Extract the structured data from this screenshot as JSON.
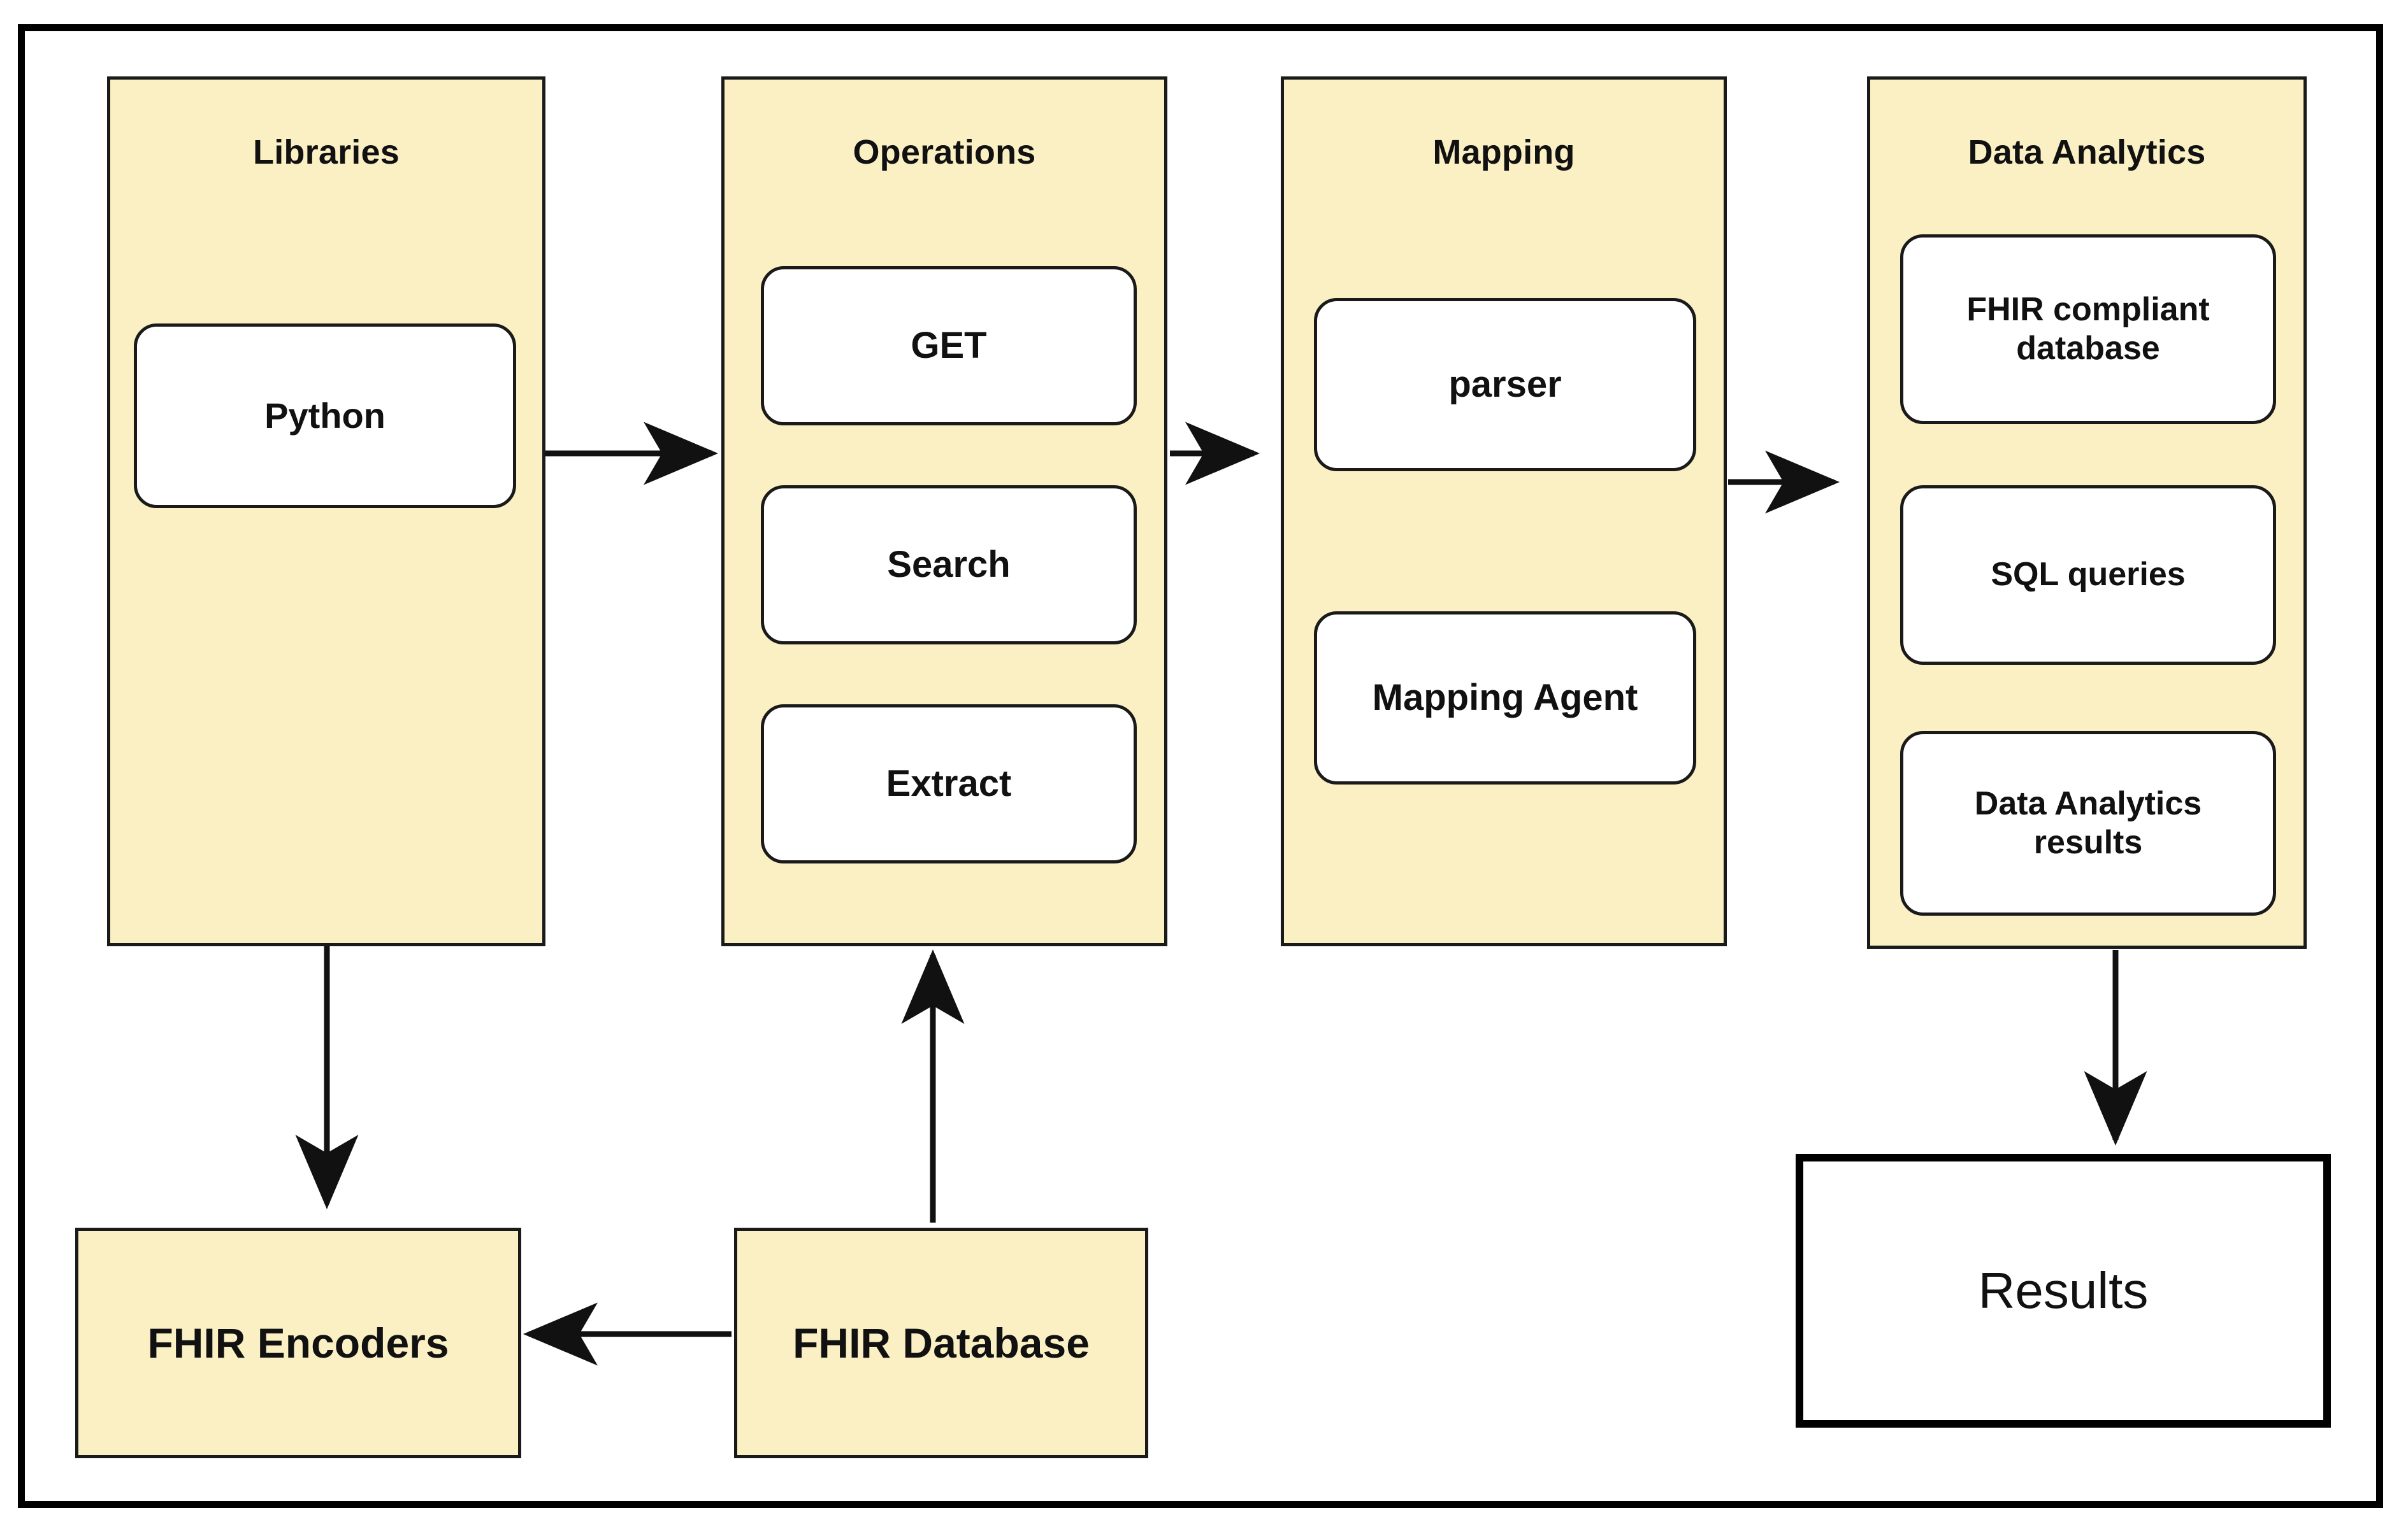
{
  "diagram": {
    "title_present": false,
    "palette": {
      "lane_fill": "#FBF0C4",
      "node_fill": "#FFFFFF",
      "stroke": "#1A1A1A",
      "frame_stroke": "#000000",
      "text": "#111111"
    },
    "lanes": [
      {
        "id": "libraries",
        "label": "Libraries",
        "nodes": [
          {
            "id": "python",
            "label": "Python"
          }
        ]
      },
      {
        "id": "operations",
        "label": "Operations",
        "nodes": [
          {
            "id": "get",
            "label": "GET"
          },
          {
            "id": "search",
            "label": "Search"
          },
          {
            "id": "extract",
            "label": "Extract"
          }
        ]
      },
      {
        "id": "mapping",
        "label": "Mapping",
        "nodes": [
          {
            "id": "parser",
            "label": "parser"
          },
          {
            "id": "mapping-agent",
            "label": "Mapping Agent"
          }
        ]
      },
      {
        "id": "data-analytics",
        "label": "Data Analytics",
        "nodes": [
          {
            "id": "fhir-compliant-database",
            "label": "FHIR compliant database"
          },
          {
            "id": "sql-queries",
            "label": "SQL queries"
          },
          {
            "id": "data-analytics-results",
            "label": "Data Analytics results"
          }
        ]
      }
    ],
    "standalone_nodes": [
      {
        "id": "fhir-encoders",
        "label": "FHIR Encoders",
        "style": "yellow-rect"
      },
      {
        "id": "fhir-database",
        "label": "FHIR Database",
        "style": "yellow-rect"
      },
      {
        "id": "results",
        "label": "Results",
        "style": "bold-white-rect"
      }
    ],
    "edges": [
      {
        "id": "libraries-to-operations",
        "from": "libraries",
        "to": "operations",
        "direction": "right"
      },
      {
        "id": "operations-to-mapping",
        "from": "operations",
        "to": "mapping",
        "direction": "right"
      },
      {
        "id": "mapping-to-data-analytics",
        "from": "mapping",
        "to": "data-analytics",
        "direction": "right"
      },
      {
        "id": "libraries-to-fhir-encoders",
        "from": "libraries",
        "to": "fhir-encoders",
        "direction": "down"
      },
      {
        "id": "fhir-database-to-operations",
        "from": "fhir-database",
        "to": "operations",
        "direction": "up"
      },
      {
        "id": "fhir-database-to-fhir-encoders",
        "from": "fhir-database",
        "to": "fhir-encoders",
        "direction": "left"
      },
      {
        "id": "fhir-compliant-database-to-sql-queries",
        "from": "fhir-compliant-database",
        "to": "sql-queries",
        "direction": "down"
      },
      {
        "id": "sql-queries-to-data-analytics-results",
        "from": "sql-queries",
        "to": "data-analytics-results",
        "direction": "down"
      },
      {
        "id": "data-analytics-to-results",
        "from": "data-analytics",
        "to": "results",
        "direction": "down"
      }
    ]
  }
}
